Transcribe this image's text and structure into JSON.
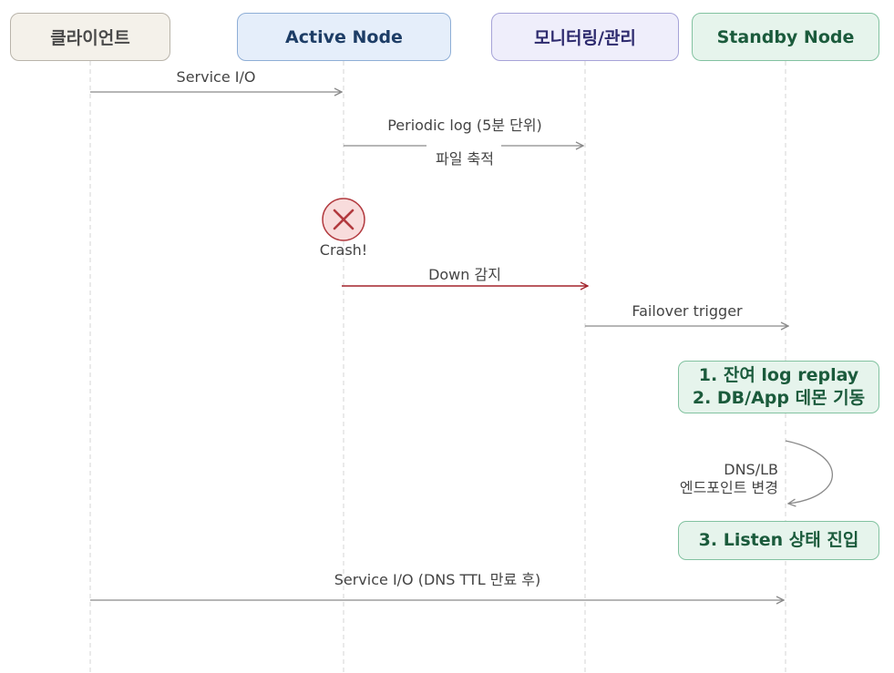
{
  "participants": {
    "client": "클라이언트",
    "active": "Active Node",
    "monitor": "모니터링/관리",
    "standby": "Standby Node"
  },
  "messages": {
    "service_io": "Service I/O",
    "periodic_log": "Periodic log (5분 단위)",
    "file_accum": "파일 축적",
    "crash": "Crash!",
    "down_detect": "Down 감지",
    "failover": "Failover trigger",
    "service_io_dns": "Service I/O (DNS TTL 만료 후)"
  },
  "steps": {
    "step1": "1. 잔여 log replay",
    "step2": "2. DB/App 데몬 기동",
    "step3": "3. Listen 상태 진입"
  },
  "self_message": {
    "line1": "DNS/LB",
    "line2": "엔드포인트 변경"
  },
  "colors": {
    "arrow": "#8a8a8a",
    "alert_arrow": "#a3242c",
    "crash_fill": "#f8dcdc",
    "crash_stroke": "#b23a3f"
  }
}
